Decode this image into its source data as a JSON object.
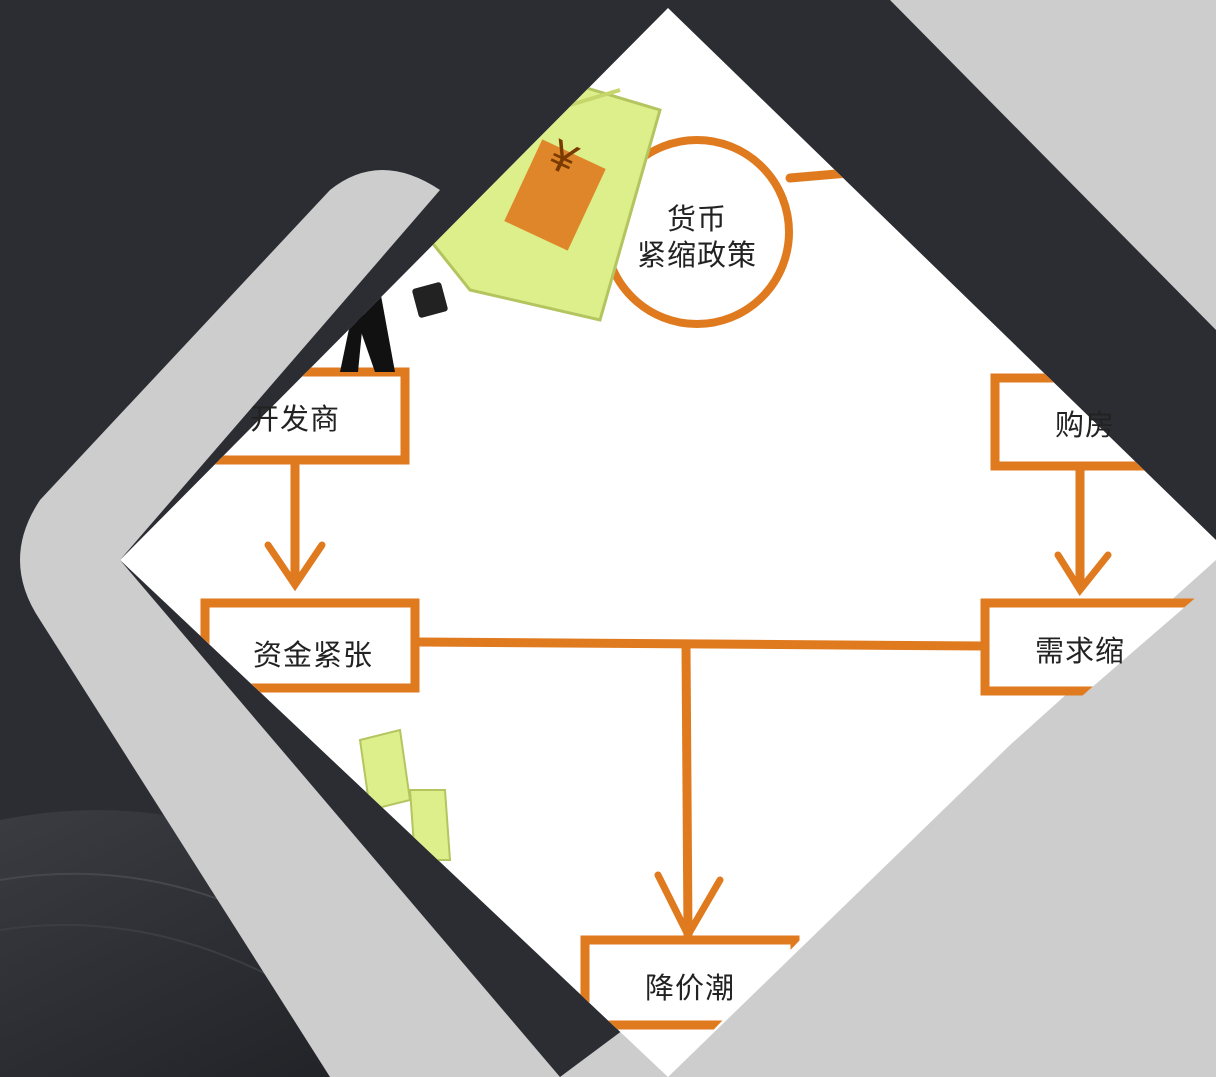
{
  "diagram": {
    "nodes": {
      "policy_line1": "货币",
      "policy_line2": "紧缩政策",
      "developer": "开发商",
      "funding": "资金紧张",
      "buyers": "购房",
      "demand": "需求缩",
      "price_cut": "降价潮"
    },
    "money_tag": "¥"
  },
  "colors": {
    "background": "#2b2d33",
    "panel": "#ffffff",
    "frame_gray": "#cdcdcd",
    "rope_orange": "#e07a1f",
    "money_green": "#dcef8a"
  }
}
